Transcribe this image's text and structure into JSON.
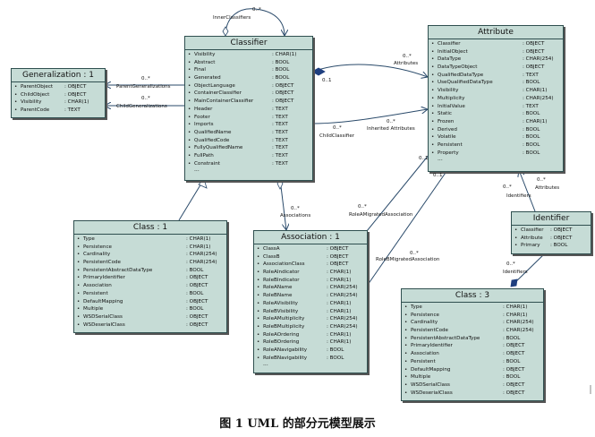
{
  "classes": {
    "generalization": {
      "title": "Generalization : 1",
      "attrs": [
        [
          "ParentObject",
          ": OBJECT"
        ],
        [
          "ChildObject",
          ": OBJECT"
        ],
        [
          "Visibility",
          ": CHAR(1)"
        ],
        [
          "ParentCode",
          ": TEXT"
        ]
      ],
      "more": ""
    },
    "classifier": {
      "title": "Classifier",
      "attrs": [
        [
          "Visibility",
          ": CHAR(1)"
        ],
        [
          "Abstract",
          ": BOOL"
        ],
        [
          "Final",
          ": BOOL"
        ],
        [
          "Generated",
          ": BOOL"
        ],
        [
          "ObjectLanguage",
          ": OBJECT"
        ],
        [
          "ContainerClassifier",
          ": OBJECT"
        ],
        [
          "MainContainerClassifier",
          ": OBJECT"
        ],
        [
          "Header",
          ": TEXT"
        ],
        [
          "Footer",
          ": TEXT"
        ],
        [
          "Imports",
          ": TEXT"
        ],
        [
          "QualifiedName",
          ": TEXT"
        ],
        [
          "QualifiedCode",
          ": TEXT"
        ],
        [
          "FullyQualifiedName",
          ": TEXT"
        ],
        [
          "FullPath",
          ": TEXT"
        ],
        [
          "Constraint",
          ": TEXT"
        ]
      ],
      "more": "..."
    },
    "attribute": {
      "title": "Attribute",
      "attrs": [
        [
          "Classifier",
          ": OBJECT"
        ],
        [
          "InitialObject",
          ": OBJECT"
        ],
        [
          "DataType",
          ": CHAR(254)"
        ],
        [
          "DataTypeObject",
          ": OBJECT"
        ],
        [
          "QualifiedDataType",
          ": TEXT"
        ],
        [
          "UseQualifiedDataType",
          ": BOOL"
        ],
        [
          "Visibility",
          ": CHAR(1)"
        ],
        [
          "Multiplicity",
          ": CHAR(254)"
        ],
        [
          "InitialValue",
          ": TEXT"
        ],
        [
          "Static",
          ": BOOL"
        ],
        [
          "Frozen",
          ": CHAR(1)"
        ],
        [
          "Derived",
          ": BOOL"
        ],
        [
          "Volatile",
          ": BOOL"
        ],
        [
          "Persistent",
          ": BOOL"
        ],
        [
          "Property",
          ": BOOL"
        ]
      ],
      "more": "..."
    },
    "class1": {
      "title": "Class : 1",
      "attrs": [
        [
          "Type",
          ": CHAR(1)"
        ],
        [
          "Persistence",
          ": CHAR(1)"
        ],
        [
          "Cardinality",
          ": CHAR(254)"
        ],
        [
          "PersistentCode",
          ": CHAR(254)"
        ],
        [
          "PersistentAbstractDataType",
          ": BOOL"
        ],
        [
          "PrimaryIdentifier",
          ": OBJECT"
        ],
        [
          "Association",
          ": OBJECT"
        ],
        [
          "Persistent",
          ": BOOL"
        ],
        [
          "DefaultMapping",
          ": OBJECT"
        ],
        [
          "Multiple",
          ": BOOL"
        ],
        [
          "WSDSerialClass",
          ": OBJECT"
        ],
        [
          "WSDeserialClass",
          ": OBJECT"
        ]
      ],
      "more": ""
    },
    "association1": {
      "title": "Association : 1",
      "attrs": [
        [
          "ClassA",
          ": OBJECT"
        ],
        [
          "ClassB",
          ": OBJECT"
        ],
        [
          "AssociationClass",
          ": OBJECT"
        ],
        [
          "RoleAIndicator",
          ": CHAR(1)"
        ],
        [
          "RoleBIndicator",
          ": CHAR(1)"
        ],
        [
          "RoleAName",
          ": CHAR(254)"
        ],
        [
          "RoleBName",
          ": CHAR(254)"
        ],
        [
          "RoleAVisibility",
          ": CHAR(1)"
        ],
        [
          "RoleBVisibility",
          ": CHAR(1)"
        ],
        [
          "RoleAMultiplicity",
          ": CHAR(254)"
        ],
        [
          "RoleBMultiplicity",
          ": CHAR(254)"
        ],
        [
          "RoleAOrdering",
          ": CHAR(1)"
        ],
        [
          "RoleBOrdering",
          ": CHAR(1)"
        ],
        [
          "RoleANavigability",
          ": BOOL"
        ],
        [
          "RoleBNavigability",
          ": BOOL"
        ]
      ],
      "more": "..."
    },
    "identifier": {
      "title": "Identifier",
      "attrs": [
        [
          "Classifier",
          ": OBJECT"
        ],
        [
          "Attribute",
          ": OBJECT"
        ],
        [
          "Primary",
          ": BOOL"
        ]
      ],
      "more": ""
    },
    "class3": {
      "title": "Class : 3",
      "attrs": [
        [
          "Type",
          ": CHAR(1)"
        ],
        [
          "Persistence",
          ": CHAR(1)"
        ],
        [
          "Cardinality",
          ": CHAR(254)"
        ],
        [
          "PersistentCode",
          ": CHAR(254)"
        ],
        [
          "PersistentAbstractDataType",
          ": BOOL"
        ],
        [
          "PrimaryIdentifier",
          ": OBJECT"
        ],
        [
          "Association",
          ": OBJECT"
        ],
        [
          "Persistent",
          ": BOOL"
        ],
        [
          "DefaultMapping",
          ": OBJECT"
        ],
        [
          "Multiple",
          ": BOOL"
        ],
        [
          "WSDSerialClass",
          ": OBJECT"
        ],
        [
          "WSDeserialClass",
          ": OBJECT"
        ]
      ],
      "more": ""
    }
  },
  "labels": {
    "inner_classifiers": "InnerClassifiers",
    "inner_mult": "0..*",
    "parent_generalizations": "ParentGeneralizations",
    "parent_mult": "0..*",
    "child_generalizations": "ChildGeneralizations",
    "child_mult": "0..*",
    "attributes": "Attributes",
    "attributes_mult": "0..*",
    "classifier_mult": "0..1",
    "child_classifier": "ChildClassifier",
    "child_classifier_mult": "0..*",
    "inherited_attributes": "Inherited Attributes",
    "inherited_mult": "0..*",
    "associations": "Associations",
    "associations_mult": "0..*",
    "role_a": "RoleAMigratedAssociation",
    "role_a_mult": "0..*",
    "role_b": "RoleBMigratedAssociation",
    "role_b_mult": "0..*",
    "attr_mult_a": "0..1",
    "attr_mult_b": "0..1",
    "identifiers_top": "Identifiers",
    "identifiers_top_mult": "0..*",
    "id_attributes": "Attributes",
    "id_attributes_mult": "0..*",
    "identifiers_bottom": "Identifiers",
    "identifiers_bottom_mult": "0..*"
  },
  "caption": "图 1    UML 的部分元模型展示"
}
